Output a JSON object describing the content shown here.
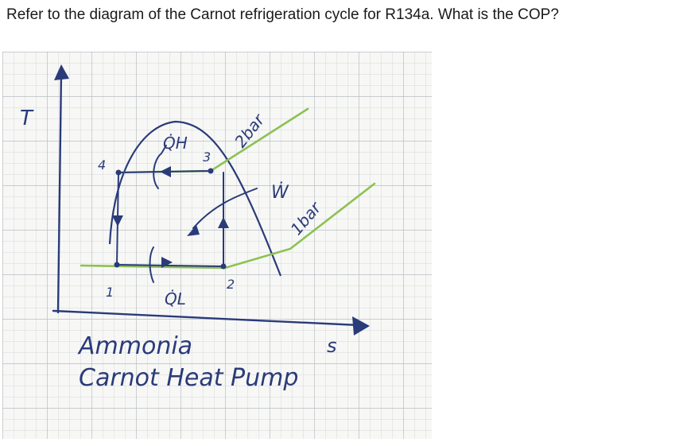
{
  "question": {
    "text": "Refer to the diagram of the Carnot refrigeration cycle for R134a. What is the COP?"
  },
  "diagram": {
    "axis_y_label": "T",
    "axis_x_label": "s",
    "state_labels": [
      "1",
      "2",
      "3",
      "4"
    ],
    "heat_in_label": "Q̇L",
    "heat_out_label": "Q̇H",
    "work_label": "Ẇ",
    "isobar_high": "2bar",
    "isobar_low": "1bar",
    "caption_line1": "Ammonia",
    "caption_line2": "Carnot Heat Pump",
    "colors": {
      "ink": "#2a3b7a",
      "isobar": "#8cc152",
      "grid": "#c9cdd2",
      "paper": "#f7f7f5"
    }
  }
}
